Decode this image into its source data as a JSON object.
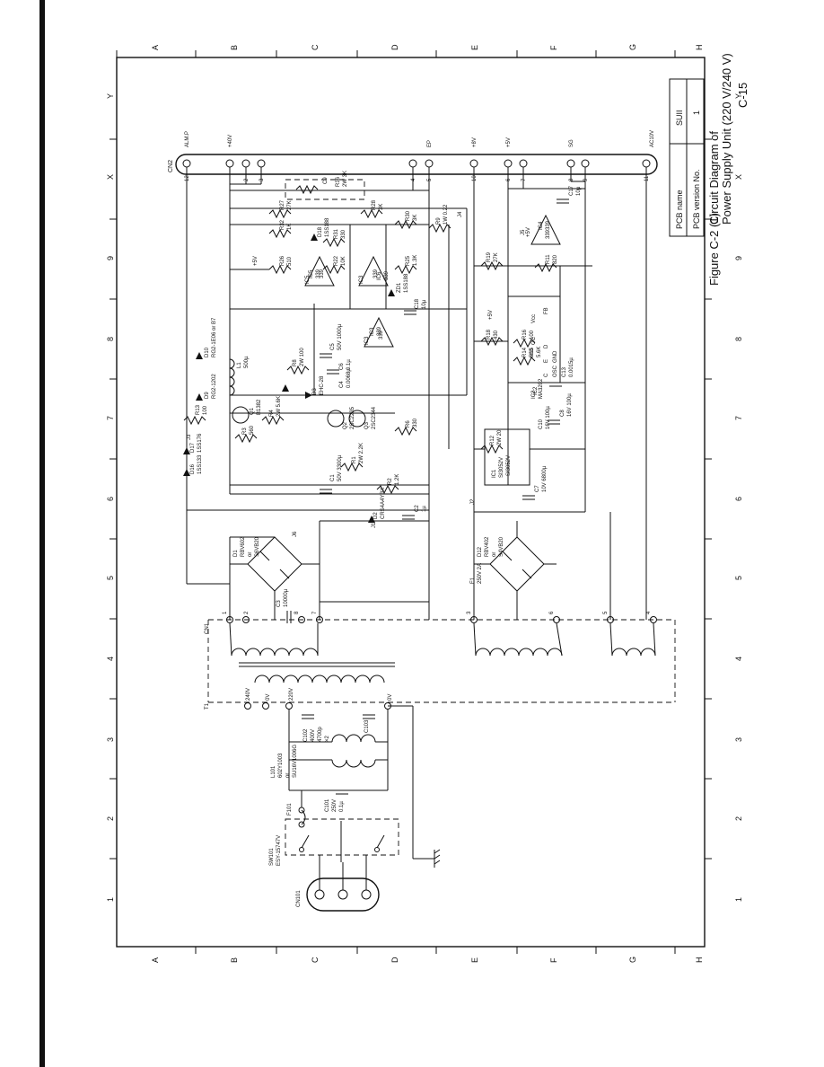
{
  "page": {
    "page_number": "C-15"
  },
  "figure": {
    "caption_lines": [
      "Circuit Diagram of",
      "Power Supply Unit (220 V/240 V)"
    ],
    "number": "Figure C-2 (1)"
  },
  "title_block": {
    "pcb_name_label": "PCB name",
    "pcb_name_value": "SUII",
    "pcb_version_label": "PCB version No.",
    "pcb_version_value": "1"
  },
  "grid": {
    "numbers": [
      "1",
      "2",
      "3",
      "4",
      "5",
      "6",
      "7",
      "8",
      "9",
      "X",
      "Y"
    ],
    "letters": [
      "A",
      "B",
      "C",
      "D",
      "E",
      "F",
      "G",
      "H"
    ]
  },
  "connector_cn2": {
    "ref": "CN2",
    "nets": [
      "ALM.P",
      "+40V",
      "EP",
      "+8V",
      "+5V",
      "SG",
      "AC10V"
    ],
    "pins": [
      "12",
      "2",
      "3",
      "4",
      "5",
      "10",
      "6",
      "7",
      "8",
      "9",
      "11"
    ]
  },
  "connector_cn101": {
    "ref": "CN101"
  },
  "switch_sw101": {
    "ref": "SW101",
    "part": "ESY-15747V"
  },
  "fuse_f101": {
    "ref": "F101"
  },
  "choke_l101": {
    "ref": "L101",
    "part": "602Y1003",
    "alt": "or",
    "alt_part": "SU16V1006G"
  },
  "caps_primary": [
    {
      "ref": "C101",
      "value": "250V",
      "value2": "0.1µ"
    },
    {
      "ref": "C102",
      "value": "400V",
      "value2": "4700p",
      "value3": "×2"
    },
    {
      "ref": "C103",
      "value": ""
    }
  ],
  "transformer_t1": {
    "ref": "T1",
    "taps": [
      "240V",
      "0V",
      "220V",
      "0V"
    ]
  },
  "cn1": {
    "ref": "CN1",
    "pins": [
      "1",
      "2",
      "8",
      "7",
      "3",
      "6",
      "5",
      "4"
    ]
  },
  "bridge_d1": {
    "ref": "D1",
    "part": "RBV602",
    "alt": "or",
    "alt_part": "S6VB20"
  },
  "bridge_d12": {
    "ref": "D12",
    "part": "RBV402",
    "alt": "or",
    "alt_part": "S4VB20"
  },
  "components": [
    {
      "ref": "C3",
      "value": "10000µ"
    },
    {
      "ref": "C2",
      "value": "1µ"
    },
    {
      "ref": "C1",
      "value": "50V 3300µ"
    },
    {
      "ref": "C5",
      "value": "50V 1000µ"
    },
    {
      "ref": "C6",
      "value": "0.1µ"
    },
    {
      "ref": "C4",
      "value": "0.0068µ"
    },
    {
      "ref": "C7",
      "value": "10V 6800µ"
    },
    {
      "ref": "C8",
      "value": "16V 100µ"
    },
    {
      "ref": "C10",
      "value": "16V 100µ"
    },
    {
      "ref": "C13",
      "value": "0.0015µ"
    },
    {
      "ref": "C17",
      "value": "10µ"
    },
    {
      "ref": "C18",
      "value": "10µ"
    },
    {
      "ref": "R1",
      "value": "2W 2.2K"
    },
    {
      "ref": "R2",
      "value": "1.2K"
    },
    {
      "ref": "R3",
      "value": "560"
    },
    {
      "ref": "R4",
      "value": "2W 5.6K"
    },
    {
      "ref": "R6",
      "value": "330"
    },
    {
      "ref": "R8",
      "value": "2W 100"
    },
    {
      "ref": "R9",
      "value": "1W 0.22"
    },
    {
      "ref": "R11",
      "value": "820"
    },
    {
      "ref": "R12",
      "value": "2W 20"
    },
    {
      "ref": "R13",
      "value": "100"
    },
    {
      "ref": "R14",
      "value": "560"
    },
    {
      "ref": "R15",
      "value": "5.6K"
    },
    {
      "ref": "R16",
      "value": "100"
    },
    {
      "ref": "R18",
      "value": "430"
    },
    {
      "ref": "R19",
      "value": "27K"
    },
    {
      "ref": "R22",
      "value": "10K"
    },
    {
      "ref": "R25",
      "value": "1.3K"
    },
    {
      "ref": "R26",
      "value": "510"
    },
    {
      "ref": "R27",
      "value": "27K"
    },
    {
      "ref": "R28",
      "value": "3K"
    },
    {
      "ref": "R30",
      "value": "3K"
    },
    {
      "ref": "R31",
      "value": "330"
    },
    {
      "ref": "R32",
      "value": "1K"
    },
    {
      "ref": "R36",
      "value": "2W 3K"
    },
    {
      "ref": "F1",
      "value": "250V 2A"
    },
    {
      "ref": "L1",
      "value": "500µ"
    },
    {
      "ref": "Q1",
      "value": "B1382"
    },
    {
      "ref": "Q2",
      "value": "2SC2235"
    },
    {
      "ref": "Q3",
      "value": "2SC2344"
    },
    {
      "ref": "D2",
      "value": "CRS4A4YBX"
    },
    {
      "ref": "D3",
      "value": "EHC-28"
    },
    {
      "ref": "D9",
      "value": "RG2-1202"
    },
    {
      "ref": "D10",
      "value": "RG2-1E06 or B7"
    },
    {
      "ref": "D16",
      "value": "1SS133"
    },
    {
      "ref": "D17",
      "value": "1SS176"
    },
    {
      "ref": "D18",
      "value": "1SS188"
    },
    {
      "ref": "ZD1",
      "value": "1SS188"
    },
    {
      "ref": "IC1",
      "value": "SI3052V"
    },
    {
      "ref": "IC2",
      "value": "MA3202"
    },
    {
      "ref": "IC3",
      "value": "339"
    },
    {
      "ref": "IC4",
      "value": "339"
    },
    {
      "ref": "IC5",
      "value": "339"
    },
    {
      "ref": "IC6",
      "value": "339"
    },
    {
      "ref": "J1",
      "value": ""
    },
    {
      "ref": "J2",
      "value": ""
    },
    {
      "ref": "J3",
      "value": ""
    },
    {
      "ref": "J4",
      "value": ""
    },
    {
      "ref": "J5",
      "value": ""
    },
    {
      "ref": "J6",
      "value": ""
    }
  ],
  "rails": [
    "+5V",
    "+5V",
    "+5V"
  ],
  "ic2_pins": [
    "IC2",
    "C",
    "E",
    "OSC",
    "GND",
    "D",
    "FB",
    "Vcc",
    "OC"
  ]
}
